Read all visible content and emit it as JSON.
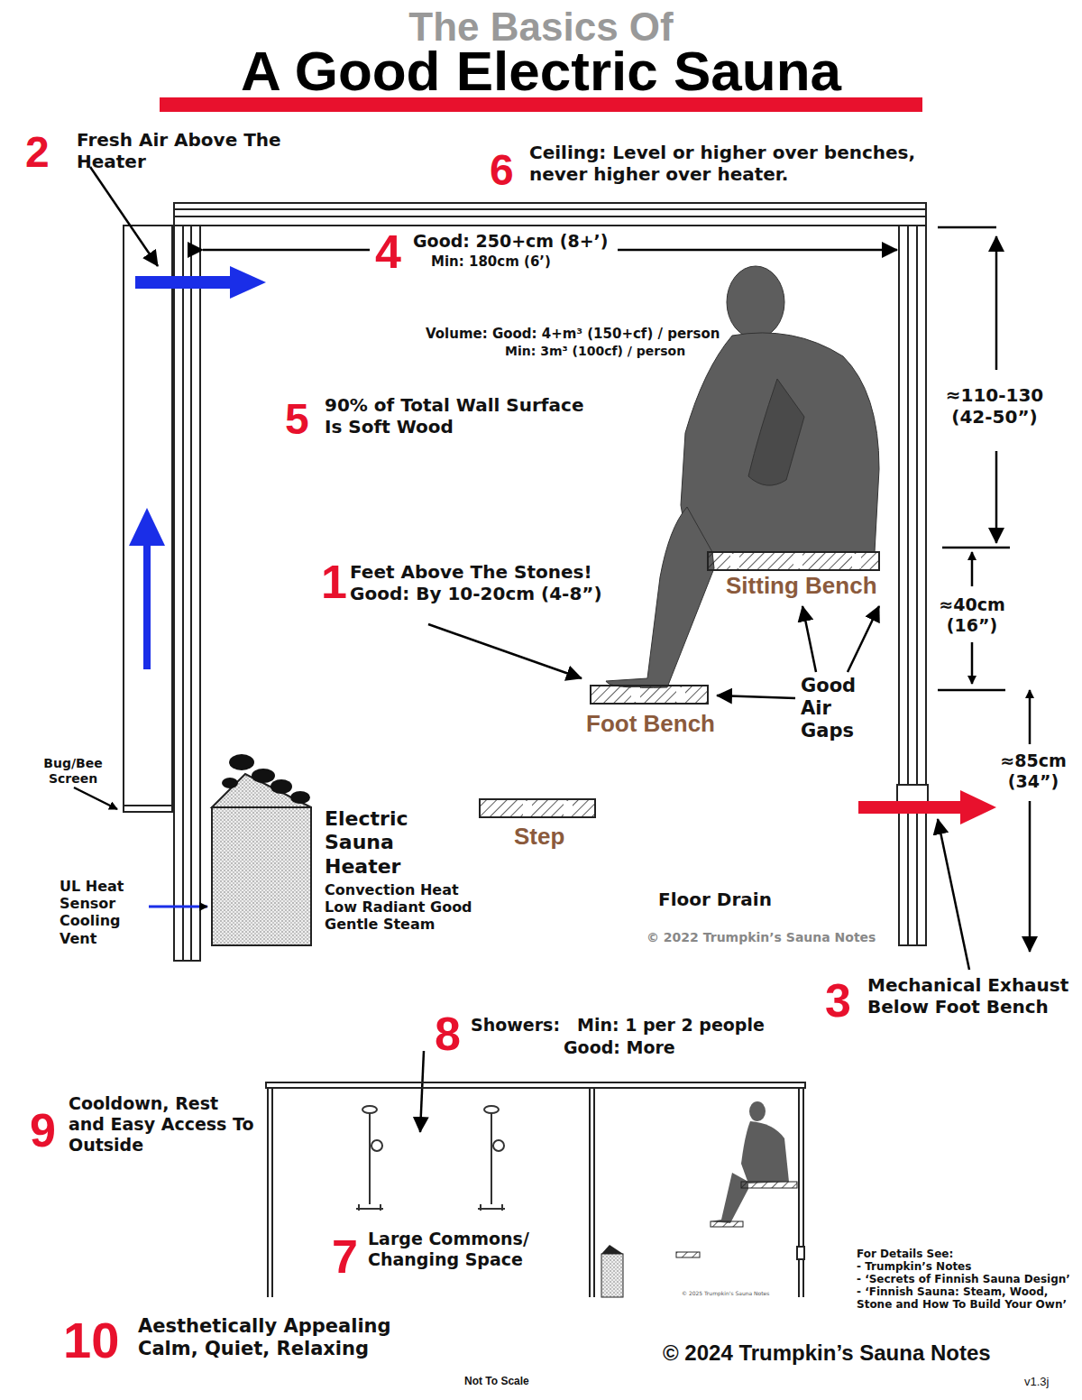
{
  "diagram": {
    "title": "A Good Electric Sauna",
    "labels": [
      "The Basics Of",
      "2",
      "Fresh Air Above The Heater",
      "6",
      "Ceiling: Level or higher over benches, never higher over heater.",
      "4",
      "Good: 250+cm (8+’)",
      "Min: 180cm (6’)",
      "Volume: Good: 4+m³ (150+cf) / person",
      "Min: 3m³ (100cf) / person",
      "5",
      "90% of Total Wall Surface Is Soft Wood",
      "≈110-130 (42-50”)",
      "1",
      "Feet Above The Stones! Good: By 10-20cm (4-8”)",
      "Sitting Bench",
      "≈40cm (16”)",
      "Foot Bench",
      "Good Air Gaps",
      "Bug/Bee Screen",
      "Electric Sauna Heater",
      "Convection Heat Low Radiant Good Gentle Steam",
      "Step",
      "≈85cm (34”)",
      "UL Heat Sensor Cooling Vent",
      "Floor Drain",
      "© 2022 Trumpkin’s Sauna Notes",
      "3",
      "Mechanical Exhaust Below Foot Bench",
      "8",
      "Showers:",
      "Min: 1 per 2 people",
      "Good: More",
      "9",
      "Cooldown, Rest and Easy Access To Outside",
      "7",
      "Large Commons/ Changing Space",
      "© 2025 Trumpkin's Sauna Notes",
      "For Details See:",
      "- Trumpkin’s Notes",
      "- ‘Secrets of Finnish Sauna Design’",
      "- ‘Finnish Sauna: Steam, Wood, Stone and How To Build Your Own’",
      "10",
      "Aesthetically Appealing Calm, Quiet, Relaxing",
      "© 2024 Trumpkin’s Sauna Notes",
      "Not To Scale",
      "v1.3j"
    ]
  }
}
